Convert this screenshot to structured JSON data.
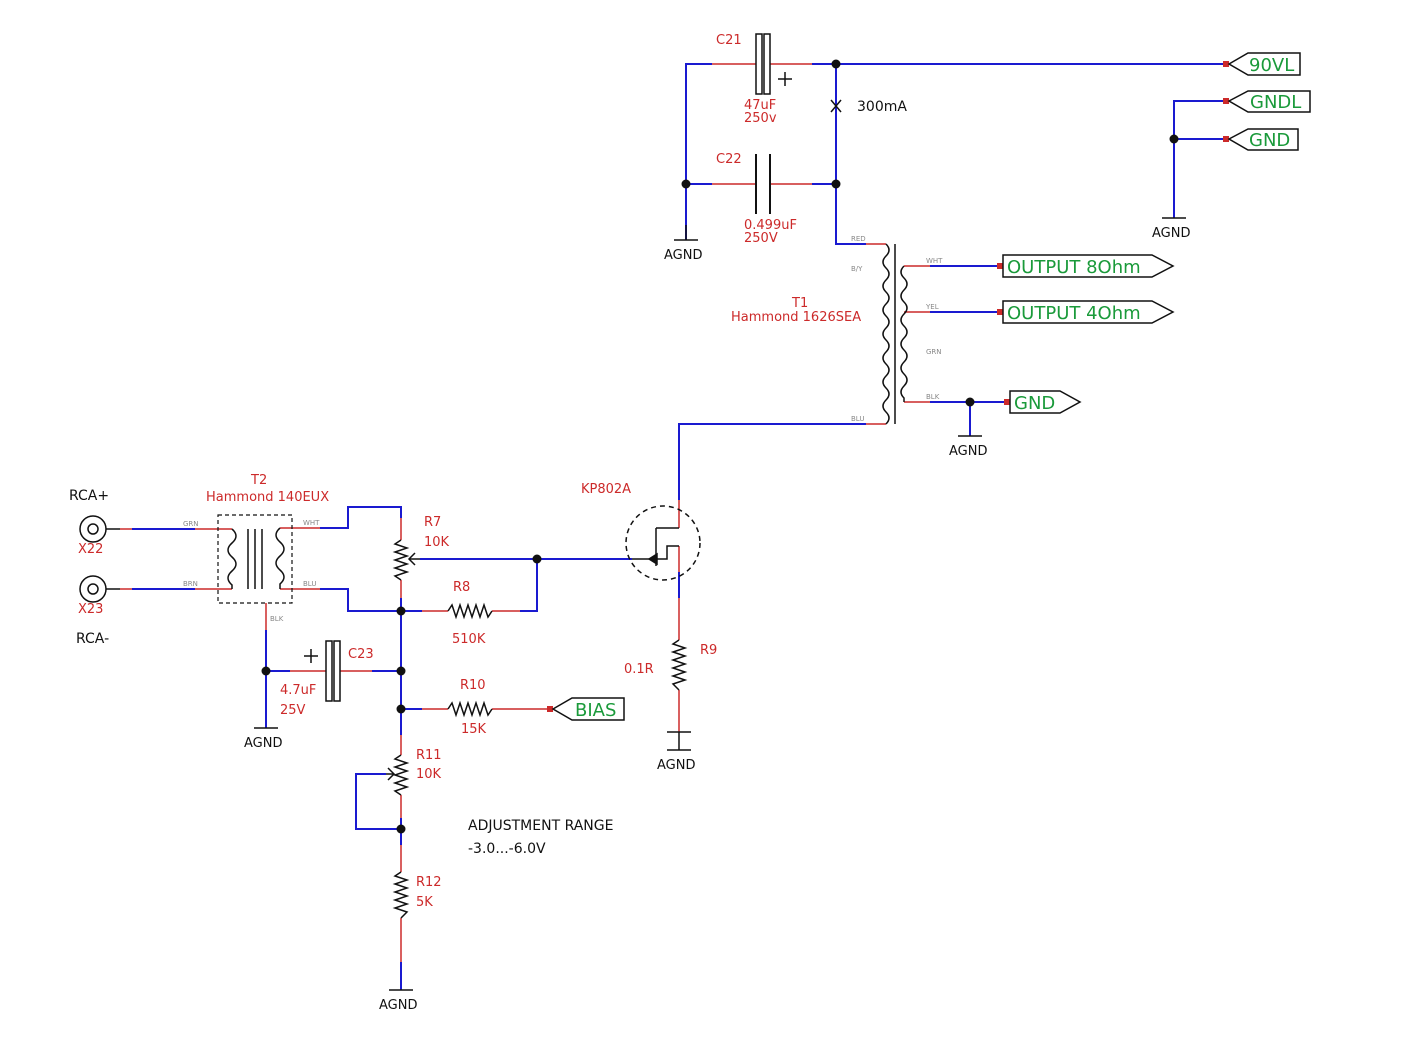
{
  "labels": {
    "C21": "C21",
    "C21_val1": "47uF",
    "C21_val2": "250v",
    "C22": "C22",
    "C22_val1": "0.499uF",
    "C22_val2": "250V",
    "C23": "C23",
    "C23_val1": "4.7uF",
    "C23_val2": "25V",
    "fuse": "300mA",
    "T1": "T1",
    "T1_model": "Hammond 1626SEA",
    "T2": "T2",
    "T2_model": "Hammond 140EUX",
    "Q": "KP802A",
    "R7": "R7",
    "R7_val": "10K",
    "R8": "R8",
    "R8_val": "510K",
    "R9": "R9",
    "R9_val": "0.1R",
    "R10": "R10",
    "R10_val": "15K",
    "R11": "R11",
    "R11_val": "10K",
    "R12": "R12",
    "R12_val": "5K",
    "rca_plus": "RCA+",
    "rca_minus": "RCA-",
    "X22": "X22",
    "X23": "X23",
    "note_1": "ADJUSTMENT RANGE",
    "note_2": "-3.0...-6.0V"
  },
  "ports": {
    "p90VL": "90VL",
    "pGNDL": "GNDL",
    "pGND": "GND",
    "out8": "OUTPUT 8Ohm",
    "out4": "OUTPUT 4Ohm",
    "gnd_out": "GND",
    "bias": "BIAS"
  },
  "grounds": {
    "g1": "AGND",
    "g2": "AGND",
    "g3": "AGND",
    "g4": "AGND",
    "g5": "AGND",
    "g6": "AGND"
  },
  "pins": {
    "t1_red": "RED",
    "t1_by": "B/Y",
    "t1_blu": "BLU",
    "t1_wht": "WHT",
    "t1_yel": "YEL",
    "t1_grn": "GRN",
    "t1_blk": "BLK",
    "t2_grn": "GRN",
    "t2_brn": "BRN",
    "t2_wht": "WHT",
    "t2_blu": "BLU",
    "t2_blk": "BLK"
  },
  "colors": {
    "wire": "#1a1ad0",
    "lead": "#cc2a2a",
    "component": "#111111",
    "port_text": "#1a9a3a"
  }
}
